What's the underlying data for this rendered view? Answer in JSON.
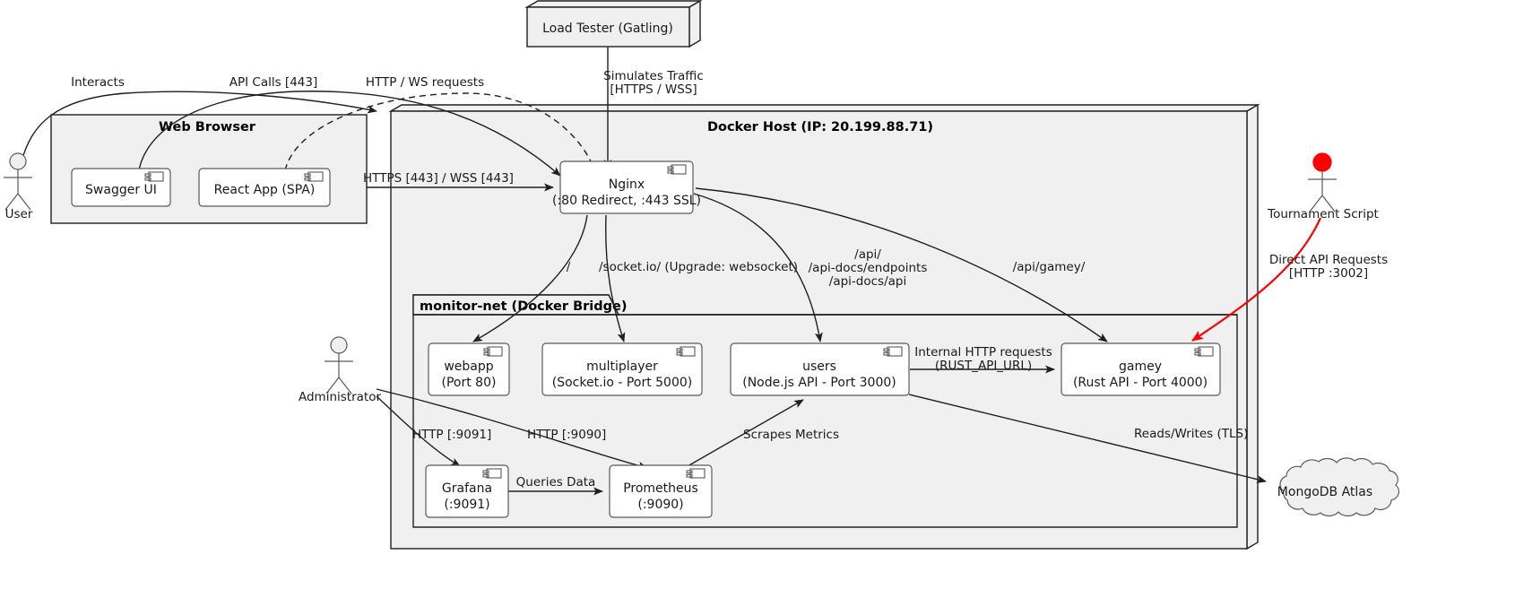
{
  "diagram": {
    "type": "deployment-diagram",
    "title": "Docker Host Deployment Architecture"
  },
  "actors": [
    {
      "id": "user",
      "label": "User",
      "head_color": "#f0f0f0"
    },
    {
      "id": "administrator",
      "label": "Administrator",
      "head_color": "#f0f0f0"
    },
    {
      "id": "tournament-script",
      "label": "Tournament Script",
      "head_color": "#ff0000"
    }
  ],
  "nodes": {
    "load_tester": {
      "label": "Load Tester (Gatling)"
    },
    "mongodb": {
      "label": "MongoDB Atlas"
    }
  },
  "packages": {
    "web_browser": {
      "title": "Web Browser"
    },
    "docker_host": {
      "title": "Docker Host (IP: 20.199.88.71)"
    },
    "monitor_net": {
      "title": "monitor-net (Docker Bridge)"
    }
  },
  "components": {
    "swagger_ui": {
      "line1": "Swagger UI",
      "line2": ""
    },
    "react_app": {
      "line1": "React App (SPA)",
      "line2": ""
    },
    "nginx": {
      "line1": "Nginx",
      "line2": "(:80 Redirect, :443 SSL)"
    },
    "webapp": {
      "line1": "webapp",
      "line2": "(Port 80)"
    },
    "multiplayer": {
      "line1": "multiplayer",
      "line2": "(Socket.io - Port 5000)"
    },
    "users": {
      "line1": "users",
      "line2": "(Node.js API - Port 3000)"
    },
    "gamey": {
      "line1": "gamey",
      "line2": "(Rust API - Port 4000)"
    },
    "grafana": {
      "line1": "Grafana",
      "line2": "(:9091)"
    },
    "prometheus": {
      "line1": "Prometheus",
      "line2": "(:9090)"
    }
  },
  "edge_labels": {
    "interacts": "Interacts",
    "api_calls": "API Calls [443]",
    "http_ws_requests": "HTTP / WS requests",
    "simulates_traffic_l1": "Simulates Traffic",
    "simulates_traffic_l2": "[HTTPS / WSS]",
    "https_wss": "HTTPS [443] / WSS [443]",
    "root_path": "/",
    "socketio": "/socket.io/ (Upgrade: websocket)",
    "api_l1": "/api/",
    "api_l2": "/api-docs/endpoints",
    "api_l3": "/api-docs/api",
    "api_gamey": "/api/gamey/",
    "internal_http_l1": "Internal HTTP requests",
    "internal_http_l2": "(RUST_API_URL)",
    "direct_api_l1": "Direct API Requests",
    "direct_api_l2": "[HTTP :3002]",
    "http_9091": "HTTP [:9091]",
    "http_9090": "HTTP [:9090]",
    "scrapes_metrics": "Scrapes Metrics",
    "queries_data": "Queries Data",
    "reads_writes": "Reads/Writes (TLS)"
  },
  "colors": {
    "package_fill": "#f0f0f0",
    "component_fill": "#ffffff",
    "stroke": "#1f1f1f",
    "accent_red": "#ff0000"
  }
}
